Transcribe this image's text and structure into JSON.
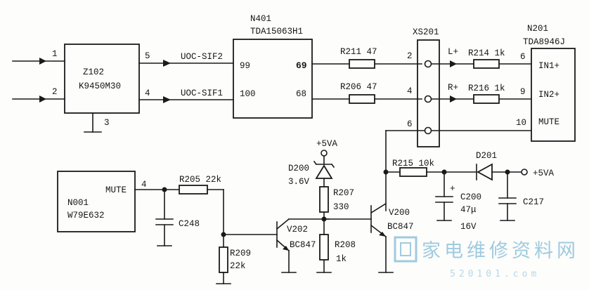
{
  "colors": {
    "ink": "#1a1a1a",
    "watermark": "#9fcbe0",
    "background": "#fdfdfb"
  },
  "input_pins": {
    "p1": "1",
    "p2": "2"
  },
  "z102": {
    "ref": "Z102",
    "part": "K9450M30",
    "pin5": "5",
    "pin4": "4",
    "pin3": "3"
  },
  "signals": {
    "sif2": "UOC-SIF2",
    "sif1": "UOC-SIF1",
    "left": "L+",
    "right": "R+"
  },
  "n401": {
    "ref": "N401",
    "part": "TDA15063H1",
    "pin99": "99",
    "pin100": "100",
    "pin69": "69",
    "pin68": "68"
  },
  "xs201": {
    "ref": "XS201",
    "pin2": "2",
    "pin4": "4",
    "pin6": "6"
  },
  "n201": {
    "ref": "N201",
    "part": "TDA8946J",
    "pin6": "6",
    "pin9": "9",
    "pin10": "10",
    "in1": "IN1+",
    "in2": "IN2+",
    "mute": "MUTE"
  },
  "resistors": {
    "r211": "R211  47",
    "r206": "R206  47",
    "r214": "R214  1k",
    "r216": "R216  1k",
    "r215": "R215  10k",
    "r205": "R205  22k",
    "r207": "R207",
    "r207v": "330",
    "r208": "R208",
    "r208v": "1k",
    "r209": "R209",
    "r209v": "22k"
  },
  "n001": {
    "ref": "N001",
    "part": "W79E632",
    "mute": "MUTE",
    "pin4": "4"
  },
  "d200": {
    "ref": "D200",
    "value": "3.6V",
    "supply": "+5VA"
  },
  "d201": {
    "ref": "D201",
    "supply": "+5VA"
  },
  "caps": {
    "c248": "C248",
    "c200": "C200",
    "c200v1": "47μ",
    "c200v2": "16V",
    "c217": "C217"
  },
  "transistors": {
    "v202": "V202",
    "v202t": "BC847",
    "v200": "V200",
    "v200t": "BC847"
  },
  "watermark": {
    "text": "家电维修资料网",
    "url": "520101.com"
  }
}
